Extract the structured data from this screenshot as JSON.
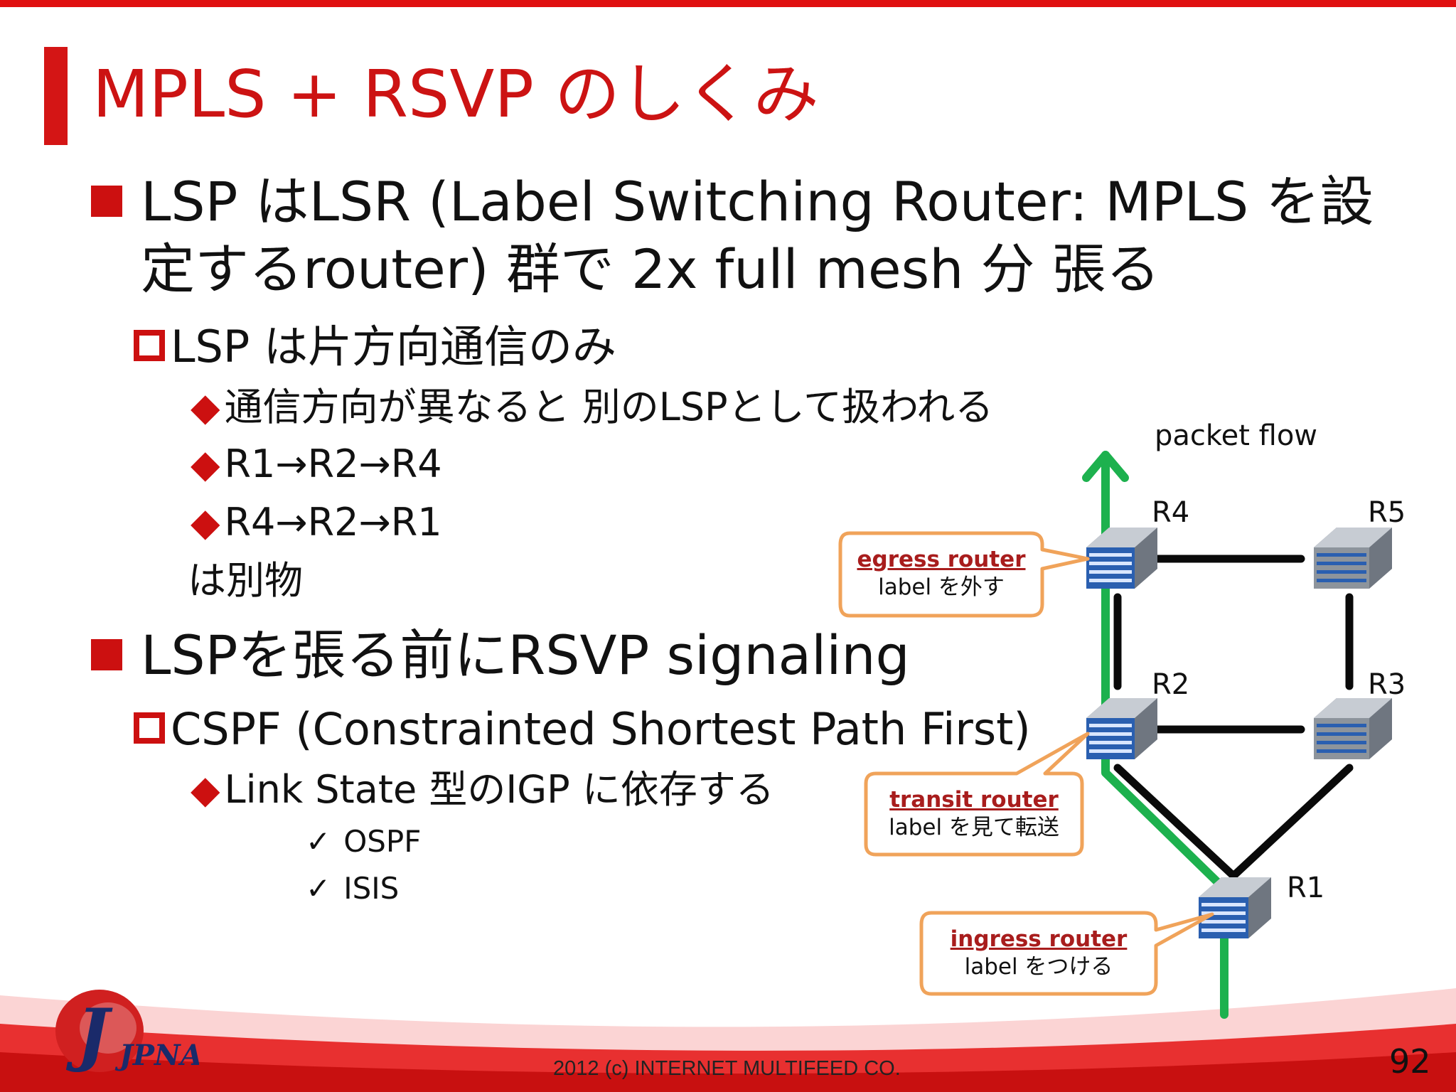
{
  "slide": {
    "title": "MPLS + RSVP のしくみ",
    "bullets": {
      "b1_line1": "LSP はLSR (Label Switching Router: MPLS を設",
      "b1_line2": "定するrouter) 群で 2x full mesh 分 張る",
      "b1_sub": "LSP は片方向通信のみ",
      "b1_sub_items": [
        "通信方向が異なると 別のLSPとして扱われる",
        "R1→R2→R4",
        "R4→R2→R1"
      ],
      "b1_note": "は別物",
      "b2_line": "LSPを張る前にRSVP signaling",
      "b2_sub": "CSPF (Constrainted Shortest Path First)",
      "b2_sub_item": "Link State 型のIGP に依存する",
      "b2_checks": [
        "OSPF",
        "ISIS"
      ]
    },
    "footer": "2012 (c) INTERNET MULTIFEED CO.",
    "page_number": "92",
    "logo_text": "JPNAP"
  },
  "diagram": {
    "flow_label": "packet flow",
    "routers": {
      "r1": "R1",
      "r2": "R2",
      "r3": "R3",
      "r4": "R4",
      "r5": "R5"
    },
    "callouts": {
      "egress_title": "egress router",
      "egress_text": "label を外す",
      "transit_title": "transit router",
      "transit_text": "label を見て転送",
      "ingress_title": "ingress router",
      "ingress_text": "label をつける"
    },
    "colors": {
      "flow": "#1db14e",
      "callout_border": "#f0a35a",
      "accent": "#cc1010"
    }
  }
}
